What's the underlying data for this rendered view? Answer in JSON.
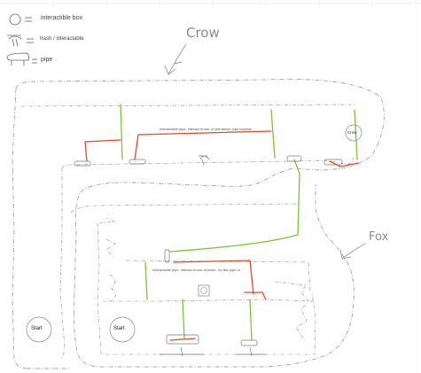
{
  "legend": {
    "box_label": "interactible box",
    "trash_label": "trash / interactable",
    "pipe_label": "pipe"
  },
  "annotations": {
    "crow": "Crow",
    "fox": "Fox"
  },
  "crow_area": {
    "note": "Interactable pipe, interact is use of interaction pipe towards",
    "box_label": "Crow",
    "start_label": "Start"
  },
  "fox_area": {
    "note": "Interactable pipe, interact is use of tower, it's like pipe to",
    "start_label": "Start"
  },
  "colors": {
    "pipe_green": "#7dc62f",
    "pipe_red": "#e04a2a",
    "sketch": "#8c8c8c",
    "grid": "#e6e6e6"
  }
}
